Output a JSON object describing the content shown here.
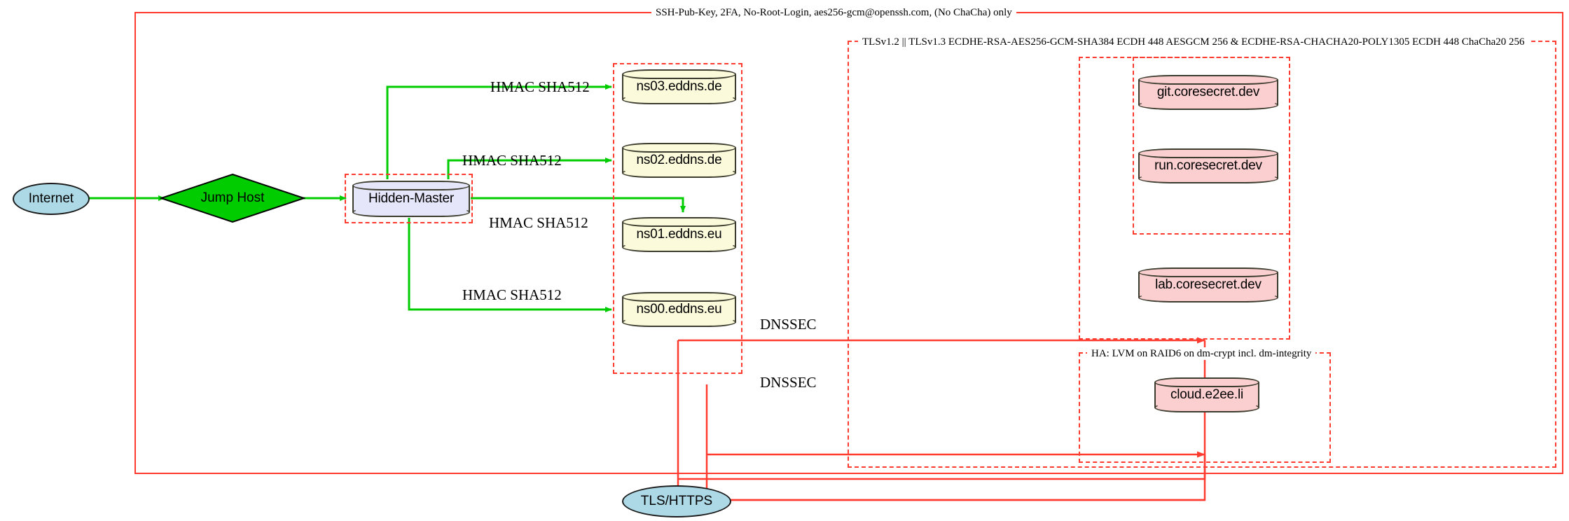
{
  "diagram": {
    "title": "Network Security Architecture",
    "colors": {
      "boundary": "#ff3b30",
      "secure_link": "#00cc00",
      "dnssec_link": "#ff3b30",
      "dns_node_fill": "#fbfbdb",
      "master_node_fill": "#e6e6fa",
      "service_node_fill": "#fbcfcf",
      "endpoint_fill": "#add8e6",
      "jumphost_fill": "#00cc00"
    }
  },
  "clusters": {
    "ssh_boundary": {
      "label": "SSH-Pub-Key, 2FA, No-Root-Login, aes256-gcm@openssh.com, (No ChaCha) only"
    },
    "tls_boundary": {
      "label": "TLSv1.2 || TLSv1.3 ECDHE-RSA-AES256-GCM-SHA384 ECDH 448 AESGCM 256 & ECDHE-RSA-CHACHA20-POLY1305 ECDH 448 ChaCha20 256"
    },
    "ha_boundary": {
      "label": "HA: LVM on RAID6 on dm-crypt incl. dm-integrity"
    },
    "dns_zone": {
      "label": ""
    },
    "master_zone": {
      "label": ""
    },
    "coresecret_zone": {
      "label": ""
    },
    "coresecret_inner_zone": {
      "label": ""
    },
    "cloud_zone": {
      "label": ""
    }
  },
  "nodes": {
    "internet": {
      "label": "Internet",
      "shape": "ellipse"
    },
    "jump_host": {
      "label": "Jump Host",
      "shape": "diamond"
    },
    "hidden_master": {
      "label": "Hidden-Master",
      "shape": "cylinder"
    },
    "ns03": {
      "label": "ns03.eddns.de",
      "shape": "cylinder"
    },
    "ns02": {
      "label": "ns02.eddns.de",
      "shape": "cylinder"
    },
    "ns01": {
      "label": "ns01.eddns.eu",
      "shape": "cylinder"
    },
    "ns00": {
      "label": "ns00.eddns.eu",
      "shape": "cylinder"
    },
    "git": {
      "label": "git.coresecret.dev",
      "shape": "cylinder"
    },
    "run": {
      "label": "run.coresecret.dev",
      "shape": "cylinder"
    },
    "lab": {
      "label": "lab.coresecret.dev",
      "shape": "cylinder"
    },
    "cloud": {
      "label": "cloud.e2ee.li",
      "shape": "cylinder"
    },
    "tls_https": {
      "label": "TLS/HTTPS",
      "shape": "ellipse"
    }
  },
  "edge_labels": {
    "hmac_ns03": "HMAC SHA512",
    "hmac_ns02": "HMAC SHA512",
    "hmac_ns01": "HMAC SHA512",
    "hmac_ns00": "HMAC SHA512",
    "dnssec_upper": "DNSSEC",
    "dnssec_lower": "DNSSEC"
  }
}
